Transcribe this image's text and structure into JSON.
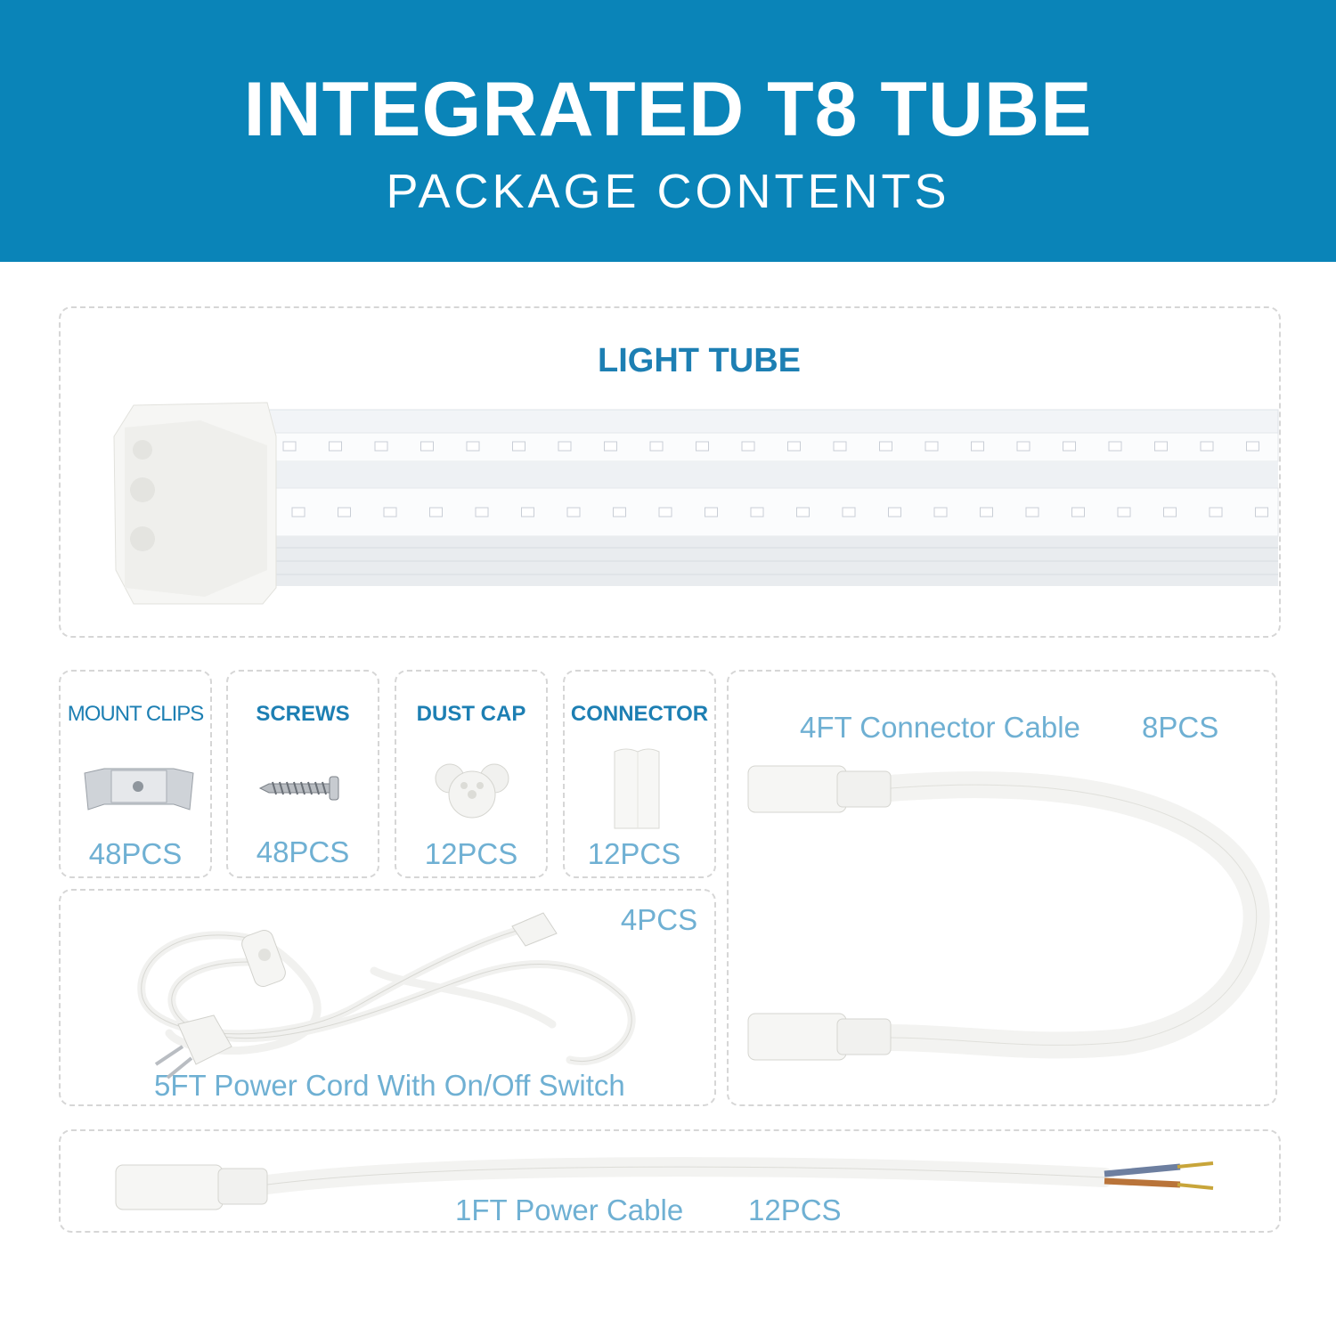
{
  "header": {
    "title": "INTEGRATED T8 TUBE",
    "subtitle": "PACKAGE CONTENTS"
  },
  "light_tube": {
    "label": "LIGHT TUBE"
  },
  "small_items": [
    {
      "label": "MOUNT CLIPS",
      "qty": "48PCS"
    },
    {
      "label": "SCREWS",
      "qty": "48PCS"
    },
    {
      "label": "DUST CAP",
      "qty": "12PCS"
    },
    {
      "label": "CONNECTOR",
      "qty": "12PCS"
    }
  ],
  "connector_cable": {
    "label": "4FT Connector Cable",
    "qty": "8PCS"
  },
  "power_cord": {
    "label": "5FT Power Cord With On/Off Switch",
    "qty": "4PCS"
  },
  "power_cable": {
    "label": "1FT Power Cable",
    "qty": "12PCS"
  }
}
